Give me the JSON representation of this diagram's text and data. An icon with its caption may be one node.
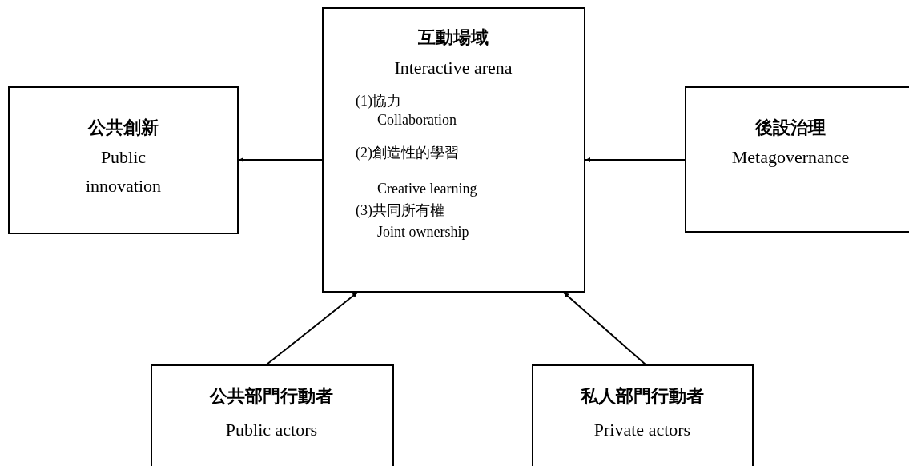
{
  "diagram": {
    "nodes": [
      {
        "text": [
          "公共創新",
          "Public innovation"
        ]
      },
      {
        "text": [
          "互動場域",
          "Interactive arena",
          "(1)協力",
          "Collaboration",
          "(2)創造性的學習",
          "Creative learning",
          "(3)共同所有權",
          "Joint ownership"
        ]
      },
      {
        "text": [
          "後設治理",
          "Metagovernance"
        ]
      },
      {
        "text": [
          "公共部門行動者",
          "Public actors"
        ]
      },
      {
        "text": [
          "私人部門行動者",
          "Private actors"
        ]
      }
    ],
    "edges": [
      {
        "from": 1,
        "to": 0,
        "arrow": "to"
      },
      {
        "from": 2,
        "to": 1,
        "arrow": "to"
      },
      {
        "from": 3,
        "to": 1,
        "arrow": "to"
      },
      {
        "from": 4,
        "to": 1,
        "arrow": "to"
      }
    ]
  }
}
